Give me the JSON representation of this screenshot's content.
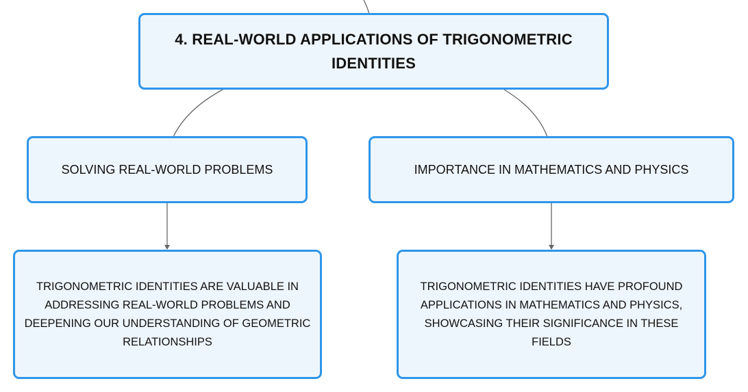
{
  "diagram": {
    "root": {
      "title": "4. REAL-WORLD APPLICATIONS OF TRIGONOMETRIC IDENTITIES"
    },
    "branches": [
      {
        "label": "SOLVING REAL-WORLD PROBLEMS",
        "detail": "TRIGONOMETRIC IDENTITIES ARE VALUABLE IN ADDRESSING REAL-WORLD PROBLEMS AND DEEPENING OUR UNDERSTANDING OF GEOMETRIC RELATIONSHIPS"
      },
      {
        "label": "IMPORTANCE IN MATHEMATICS AND PHYSICS",
        "detail": "TRIGONOMETRIC IDENTITIES HAVE PROFOUND APPLICATIONS IN MATHEMATICS AND PHYSICS, SHOWCASING THEIR SIGNIFICANCE IN THESE FIELDS"
      }
    ],
    "colors": {
      "node_border": "#2e95e8",
      "node_fill": "#eef6fd",
      "connector": "#666666"
    }
  }
}
